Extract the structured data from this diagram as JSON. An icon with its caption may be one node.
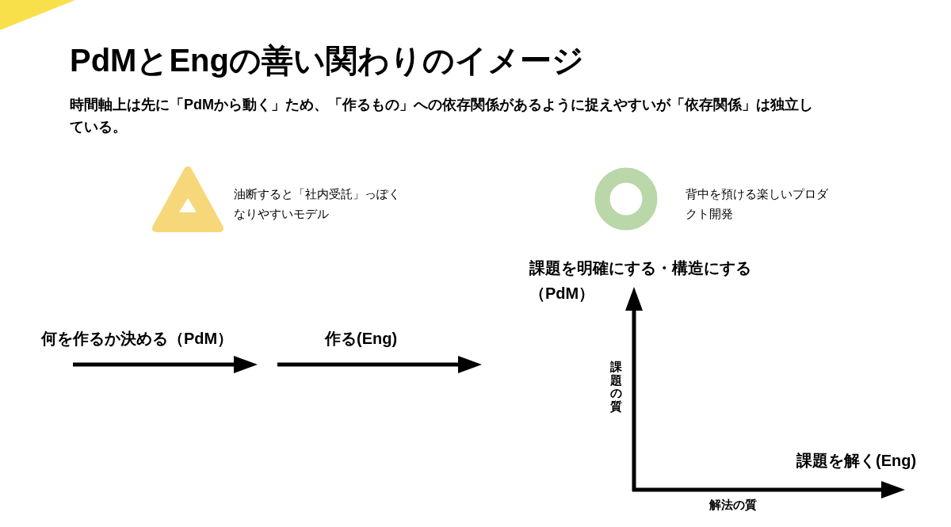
{
  "diagram": {
    "title": "PdMとEngの善い関わりのイメージ",
    "labels": [
      "時間軸上は先に「PdMから動く」ため、「作るもの」への依存関係があるように捉えやすいが「依存関係」は独立している。",
      "油断すると「社内受託」っぽくなりやすいモデル",
      "背中を預ける楽しいプロダクト開発",
      "何を作るか決める（PdM）",
      "作る(Eng)",
      "課題を明確にする・構造にする（PdM）",
      "課題の質",
      "課題を解く(Eng)",
      "解法の質"
    ]
  }
}
